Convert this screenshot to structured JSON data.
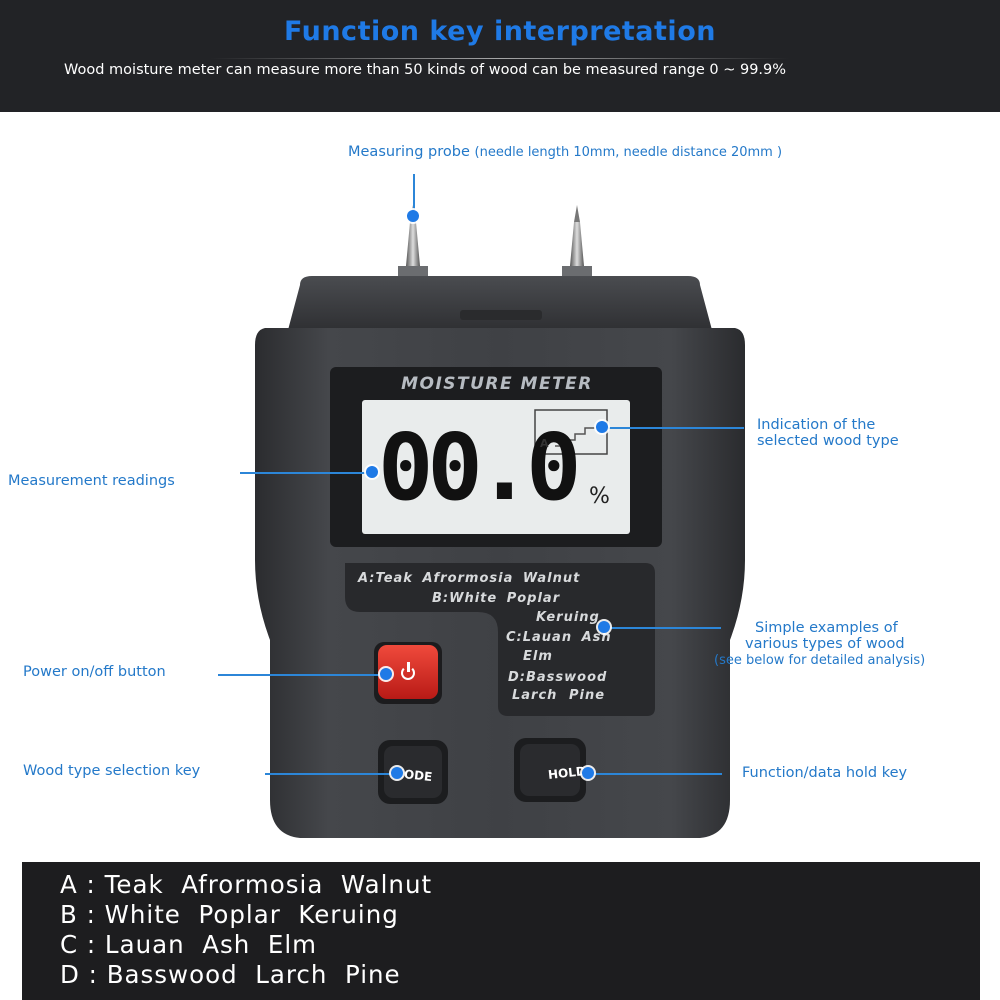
{
  "header": {
    "title": "Function key interpretation",
    "subtitle": "Wood moisture meter can measure more than 50 kinds of wood can be measured range 0 ~ 99.9%"
  },
  "callouts": {
    "probe_main": "Measuring probe",
    "probe_detail": "(needle length 10mm, needle distance 20mm )",
    "wood_type_line1": "Indication of the",
    "wood_type_line2": "selected wood type",
    "readings": "Measurement readings",
    "examples_line1": "Simple examples of",
    "examples_line2": "various types of wood",
    "examples_line3": "(see below for detailed analysis)",
    "power": "Power on/off button",
    "mode_key": "Wood type selection key",
    "hold_key": "Function/data hold key"
  },
  "device": {
    "brand_label": "MOISTURE METER",
    "reading": "00.0",
    "unit": "%",
    "wood_indicator": "A",
    "panel_lines": [
      "A:Teak Afrormosia Walnut",
      "B:White Poplar",
      "Keruing",
      "C:Lauan Ash",
      "Elm",
      "D:Basswood",
      "Larch Pine"
    ],
    "mode_label": "MODE",
    "hold_label": "HOLD"
  },
  "legend": [
    "A : Teak  Afrormosia  Walnut",
    "B : White  Poplar  Keruing",
    "C : Lauan  Ash  Elm",
    "D : Basswood  Larch  Pine"
  ],
  "colors": {
    "accent": "#1f7ae6",
    "header_bg": "#222326",
    "device_body": "#3b3d41",
    "lcd_bg": "#e9ecec",
    "power_button": "#e02a26"
  }
}
